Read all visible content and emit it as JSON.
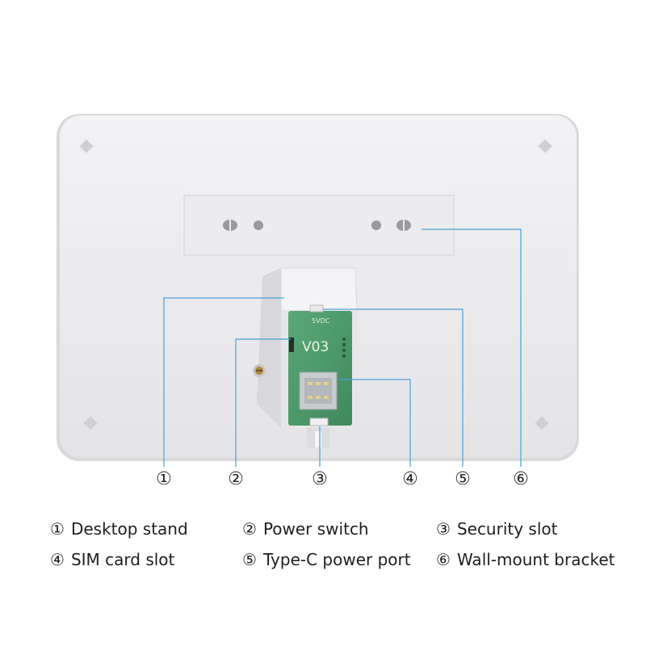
{
  "device": {
    "board_label": "V03",
    "board_voltage_label": "5VDC"
  },
  "callouts": [
    {
      "number": "①"
    },
    {
      "number": "②"
    },
    {
      "number": "③"
    },
    {
      "number": "④"
    },
    {
      "number": "⑤"
    },
    {
      "number": "⑥"
    }
  ],
  "legend": [
    {
      "number": "①",
      "label": "Desktop stand"
    },
    {
      "number": "②",
      "label": "Power switch"
    },
    {
      "number": "③",
      "label": "Security slot"
    },
    {
      "number": "④",
      "label": "SIM card slot"
    },
    {
      "number": "⑤",
      "label": "Type-C power port"
    },
    {
      "number": "⑥",
      "label": "Wall-mount bracket"
    }
  ],
  "colors": {
    "leader_line": "#4a9fd8",
    "housing": "#ebebed",
    "pcb": "#4c9a6a"
  }
}
